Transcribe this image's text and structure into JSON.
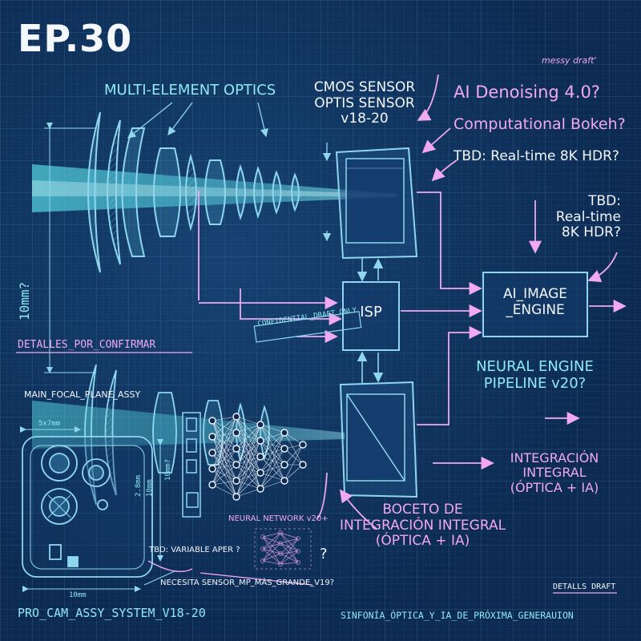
{
  "episode": "EP.30",
  "notes": {
    "messy_draft": "messy draft'",
    "ai_denoising": "AI Denoising 4.0?",
    "computational_bokeh": "Computational Bokeh?",
    "tbd_8k_inline": "TBD: Real-time 8K HDR?",
    "tbd_8k_block": [
      "TBD:",
      "Real-time",
      "8K HDR?"
    ],
    "detalles": "DETALLES_POR_CONFIRMAR",
    "detalls_draft": "DETALLS DRAFT",
    "tbd_variable_aper": "TBD: VARIABLE APER ?",
    "necesita_sensor": "NECESITA SENSOR_MP_MÁS_GRANDE_V19?",
    "question": "?",
    "confidential": "CONFIDENTIAL_DRAFT_ONLY"
  },
  "labels": {
    "multi_element_optics": "MULTI-ELEMENT OPTICS",
    "cmos_sensor": [
      "CMOS SENSOR",
      "OPTIS SENSOR",
      "v18-20"
    ],
    "isp": "ISP",
    "ai_image_engine": [
      "AI_IMAGE",
      "_ENGINE"
    ],
    "neural_engine": [
      "NEURAL ENGINE",
      "PIPELINE v20?"
    ],
    "main_focal_plane": "MAIN_FOCAL_PLANE_ASSY",
    "neural_network": "NEURAL NETWORK v20+",
    "boceto": [
      "BOCETO DE",
      "INTEGRACIÓN INTEGRAL",
      "(ÓPTICA + IA)"
    ],
    "integracion": [
      "INTEGRACIÓN",
      "INTEGRAL",
      "(ÓPTICA + IA)"
    ],
    "footer_left": "PRO_CAM_ASSY_SYSTEM_V18-20",
    "footer_right": "SINFONÍA_ÓPTICA_Y_IA_DE_PRÓXIMA_GENERAUION"
  },
  "dimensions": {
    "height_10mm": "10mm?",
    "top_5x7": "5x7mm",
    "bottom_10mm": "10mm",
    "side_10mm_a": "10mm?",
    "side_10mm_b": "10mm",
    "side_2mm": "2.8mm"
  },
  "colors": {
    "background": "#0c2a52",
    "line_blue": "#8fd6ee",
    "accent_pink": "#f0a8f0",
    "beam_cyan": "#5ee8f0",
    "text_white": "#f2f6fb"
  }
}
